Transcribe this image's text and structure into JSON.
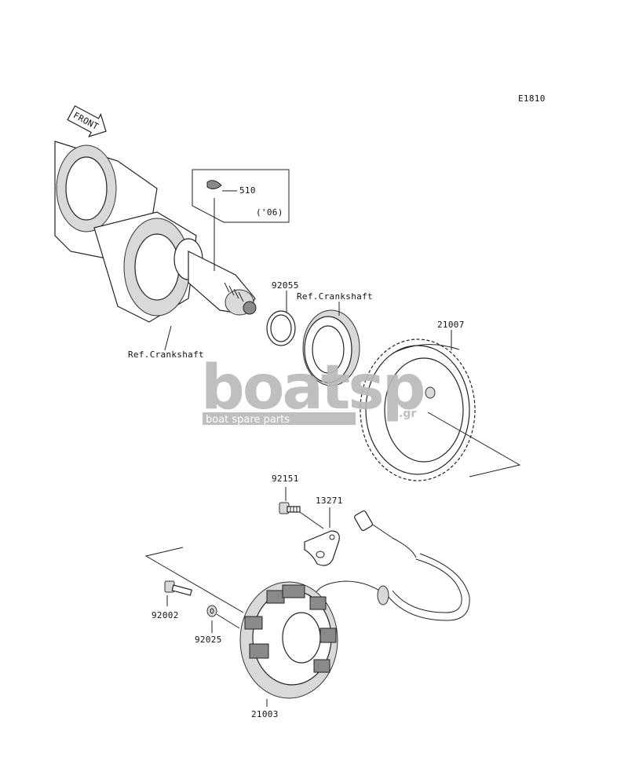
{
  "diagram_code": "E1810",
  "front_arrow": {
    "label": "FRONT",
    "icon": "front-direction-arrow-icon"
  },
  "callouts": {
    "p510": "510",
    "p510_note": "('06)",
    "p92055": "92055",
    "ref_crankshaft_upper": "Ref.Crankshaft",
    "ref_crankshaft_lower": "Ref.Crankshaft",
    "p21007": "21007",
    "p92151": "92151",
    "p13271": "13271",
    "p92002": "92002",
    "p92025": "92025",
    "p21003": "21003"
  },
  "watermark": {
    "brand": "boatsp",
    "suffix": ".gr",
    "tagline": "boat spare parts"
  },
  "colors": {
    "line": "#222222",
    "watermark": "#b9b9b9",
    "watermark_bar": "#b9b9b9"
  }
}
